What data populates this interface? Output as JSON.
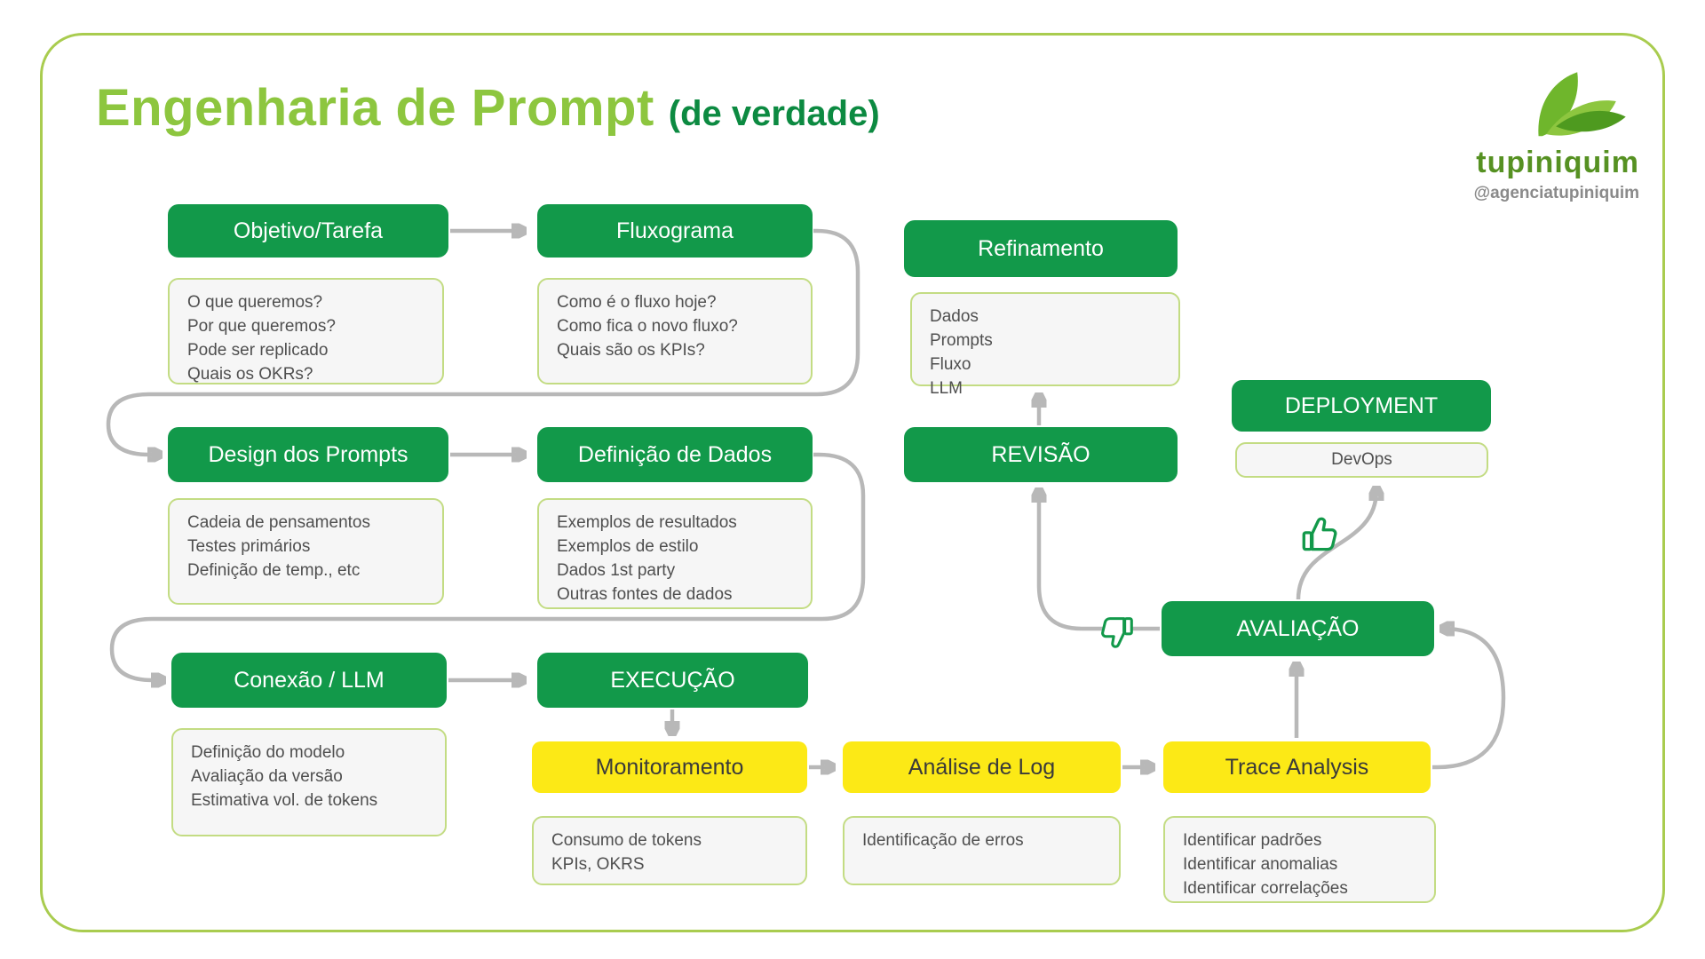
{
  "title": {
    "main": "Engenharia de Prompt",
    "sub": "(de verdade)"
  },
  "brand": {
    "name": "tupiniquim",
    "handle": "@agenciatupiniquim"
  },
  "colors": {
    "green": "#12994a",
    "yellow": "#fce916",
    "title_green": "#8dc63f",
    "subtitle_green": "#0c8a41",
    "arrow_gray": "#b8b8b8",
    "brand_green": "#569122"
  },
  "icons": {
    "approve": "thumbs-up-icon",
    "reject": "thumbs-down-icon",
    "logo": "leaves-logo-icon"
  },
  "boxes": {
    "objetivo": {
      "label": "Objetivo/Tarefa",
      "details": [
        "O que queremos?",
        "Por que queremos?",
        "Pode ser replicado",
        "Quais os OKRs?"
      ]
    },
    "fluxograma": {
      "label": "Fluxograma",
      "details": [
        "Como é o fluxo hoje?",
        "Como fica o novo fluxo?",
        "Quais são os KPIs?"
      ]
    },
    "refinamento": {
      "label": "Refinamento",
      "details": [
        "Dados",
        "Prompts",
        "Fluxo",
        "LLM"
      ]
    },
    "design": {
      "label": "Design dos Prompts",
      "details": [
        "Cadeia de pensamentos",
        "Testes primários",
        "Definição de temp., etc"
      ]
    },
    "definicao": {
      "label": "Definição de Dados",
      "details": [
        "Exemplos de resultados",
        "Exemplos de estilo",
        "Dados 1st party",
        "Outras fontes de dados"
      ]
    },
    "revisao": {
      "label": "REVISÃO"
    },
    "deployment": {
      "label": "DEPLOYMENT",
      "details": [
        "DevOps"
      ]
    },
    "conexao": {
      "label": "Conexão / LLM",
      "details": [
        "Definição do modelo",
        "Avaliação da versão",
        "Estimativa vol. de tokens"
      ]
    },
    "execucao": {
      "label": "EXECUÇÃO"
    },
    "avaliacao": {
      "label": "AVALIAÇÃO"
    },
    "monitoramento": {
      "label": "Monitoramento",
      "details": [
        "Consumo de tokens",
        "KPIs, OKRS"
      ]
    },
    "analise": {
      "label": "Análise de Log",
      "details": [
        "Identificação de erros"
      ]
    },
    "trace": {
      "label": "Trace Analysis",
      "details": [
        "Identificar padrões",
        "Identificar anomalias",
        "Identificar correlações"
      ]
    }
  }
}
